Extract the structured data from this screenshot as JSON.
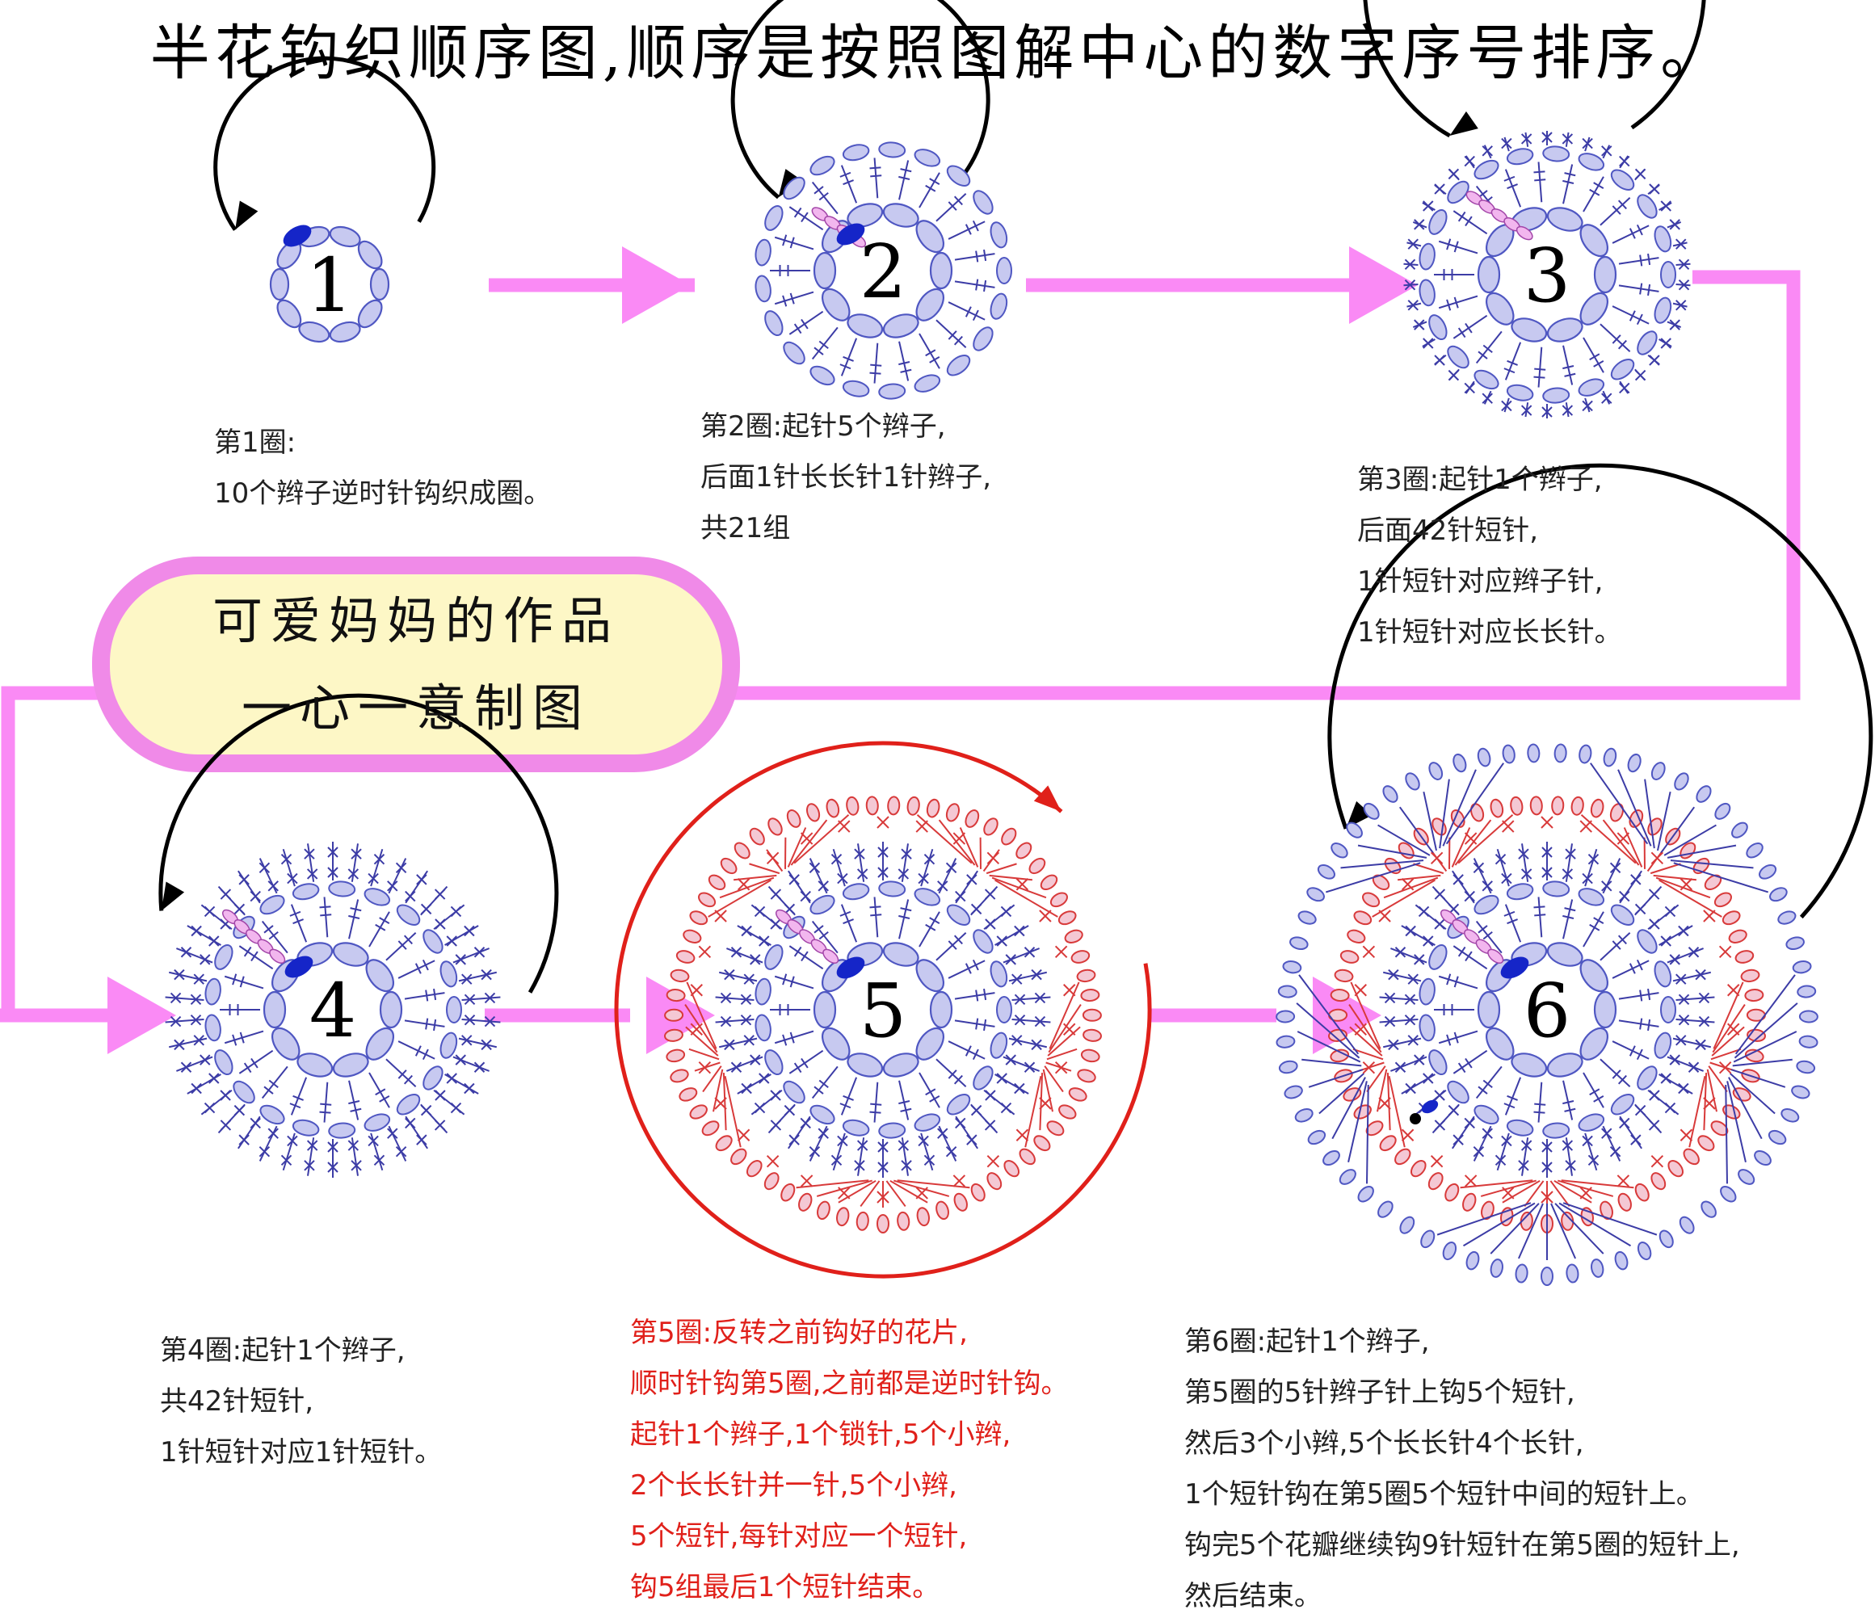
{
  "title": "半花钩织顺序图,顺序是按照图解中心的数字序号排序。",
  "badge": {
    "line1": "可爱妈妈的作品",
    "line2": "一心一意制图"
  },
  "rounds": [
    {
      "number": "1",
      "caption": [
        "第1圈:",
        "10个辫子逆时针钩织成圈。"
      ]
    },
    {
      "number": "2",
      "caption": [
        "第2圈:起针5个辫子,",
        "后面1针长长针1针辫子,",
        "共21组"
      ]
    },
    {
      "number": "3",
      "caption": [
        "第3圈:起针1个辫子,",
        "后面42针短针,",
        "1针短针对应辫子针,",
        "1针短针对应长长针。"
      ]
    },
    {
      "number": "4",
      "caption": [
        "第4圈:起针1个辫子,",
        "共42针短针,",
        "1针短针对应1针短针。"
      ]
    },
    {
      "number": "5",
      "caption": [
        "第5圈:反转之前钩好的花片,",
        "顺时针钩第5圈,之前都是逆时针钩。",
        "起针1个辫子,1个锁针,5个小辫,",
        "2个长长针并一针,5个小辫,",
        "5个短针,每针对应一个短针,",
        "钩5组最后1个短针结束。"
      ]
    },
    {
      "number": "6",
      "caption": [
        "第6圈:起针1个辫子,",
        "第5圈的5针辫子针上钩5个短针,",
        "然后3个小辫,5个长长针4个长针,",
        "1个短针钩在第5圈5个短针中间的短针上。",
        "钩完5个花瓣继续钩9针短针在第5圈的短针上,",
        "然后结束。"
      ]
    }
  ],
  "colors": {
    "flow_arrow": "#fa8af5",
    "badge_fill": "#fdf7c6",
    "badge_border": "#f08ae8",
    "stitch_fill": "#c7c9f0",
    "stitch_stroke": "#4f57c2",
    "post_stroke": "#3c3ca6",
    "start_stitch": "#1525c8",
    "new_round": "#d83a3a",
    "new_round_fill": "#f4c8d4",
    "red_circle": "#e0201a",
    "black": "#000000"
  }
}
